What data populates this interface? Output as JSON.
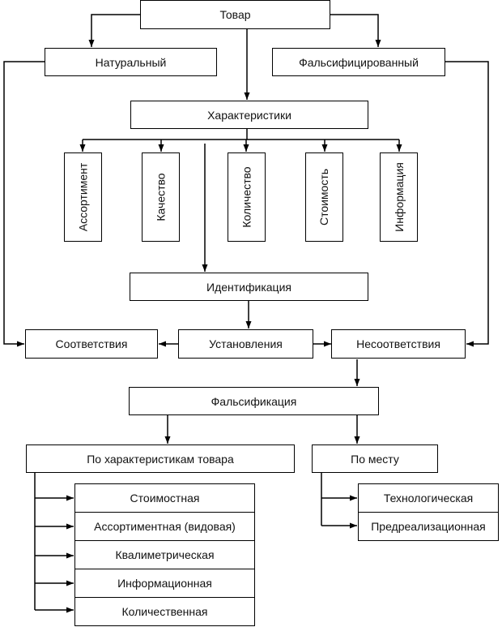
{
  "diagram": {
    "root": "Товар",
    "natural": "Натуральный",
    "falsified": "Фальсифицированный",
    "characteristics": "Характеристики",
    "char_items": [
      "Ассортимент",
      "Качество",
      "Количество",
      "Стоимость",
      "Информация"
    ],
    "identification": "Идентификация",
    "conformity": "Соответствия",
    "establishment": "Установления",
    "nonconformity": "Несоответствия",
    "falsification": "Фальсификация",
    "by_characteristics": "По характеристикам товара",
    "by_place": "По месту",
    "char_types": [
      "Стоимостная",
      "Ассортиментная (видовая)",
      "Квалиметрическая",
      "Информационная",
      "Количественная"
    ],
    "place_types": [
      "Технологическая",
      "Предреализационная"
    ]
  }
}
